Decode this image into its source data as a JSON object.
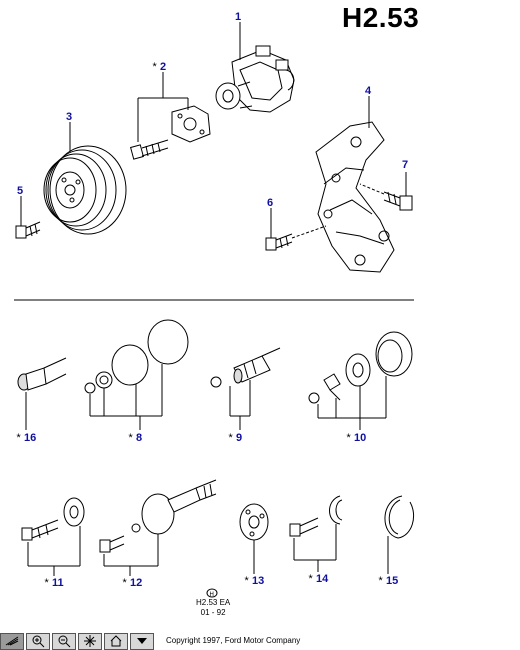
{
  "page_code": "H2.53",
  "callouts": {
    "c1": "1",
    "c2": "2",
    "c3": "3",
    "c4": "4",
    "c5": "5",
    "c6": "6",
    "c7": "7",
    "c8": "8",
    "c9": "9",
    "c10": "10",
    "c11": "11",
    "c12": "12",
    "c13": "13",
    "c14": "14",
    "c15": "15",
    "c16": "16"
  },
  "star_marker": "*",
  "reference": {
    "logo_letter": "H",
    "code": "H2.53 EA",
    "date": "01 - 92"
  },
  "toolbar": {
    "buttons": [
      {
        "icon": "pan-icon"
      },
      {
        "icon": "zoom-in-icon"
      },
      {
        "icon": "zoom-out-icon"
      },
      {
        "icon": "fit-icon"
      },
      {
        "icon": "home-icon"
      },
      {
        "icon": "dropdown-icon"
      }
    ]
  },
  "copyright": "Copyright 1997, Ford Motor Company"
}
